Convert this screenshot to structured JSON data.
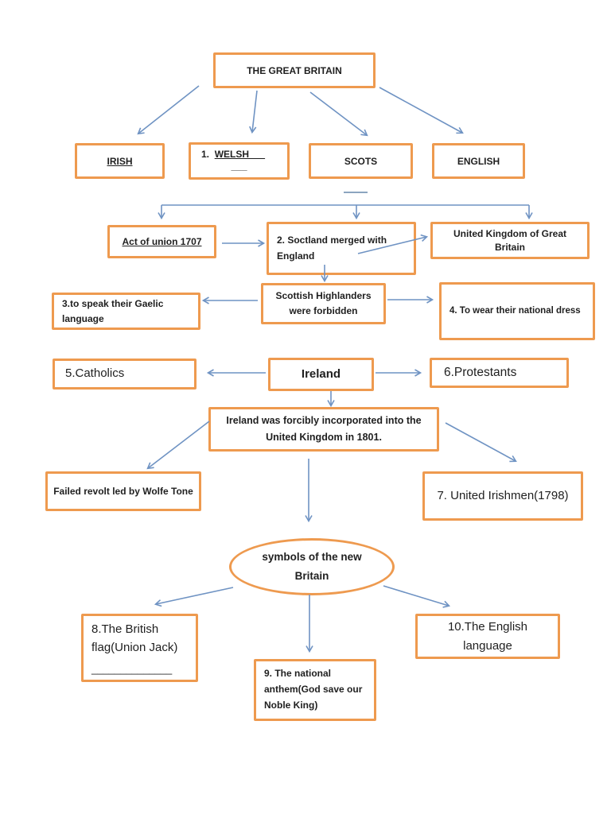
{
  "nodes": {
    "great_britain": "THE GREAT BRITAIN",
    "irish": "IRISH",
    "welsh_num": "1.",
    "welsh": "WELSH___",
    "welsh_blank": "___",
    "scots": "SCOTS",
    "english": "ENGLISH",
    "act_of_union": "Act of union 1707",
    "scotland_merged": "2. Soctland merged with England",
    "united_kingdom": "United Kingdom of Great Britain",
    "gaelic": "3.to speak their Gaelic language",
    "highlanders": "Scottish Highlanders were forbidden",
    "national_dress": "4. To wear their national dress",
    "catholics": "5.Catholics",
    "ireland": "Ireland",
    "protestants": "6.Protestants",
    "ireland_1801": "Ireland was forcibly incorporated into the United Kingdom in 1801.",
    "failed_revolt": "Failed revolt led by Wolfe Tone",
    "united_irishmen": "7. United Irishmen(1798)",
    "symbols": "symbols of the new Britain",
    "british_flag": "8.The British flag(Union Jack)",
    "british_flag_blank": "______________",
    "anthem": "9. The national anthem(God save our Noble King)",
    "english_language": "10.The English language"
  },
  "colors": {
    "box_border_orange": "#ee9a4f",
    "arrow_blue": "#6f93c3",
    "dash_gray_blue": "#8ca5c0",
    "text": "#1f1f1f",
    "background": "#ffffff"
  }
}
